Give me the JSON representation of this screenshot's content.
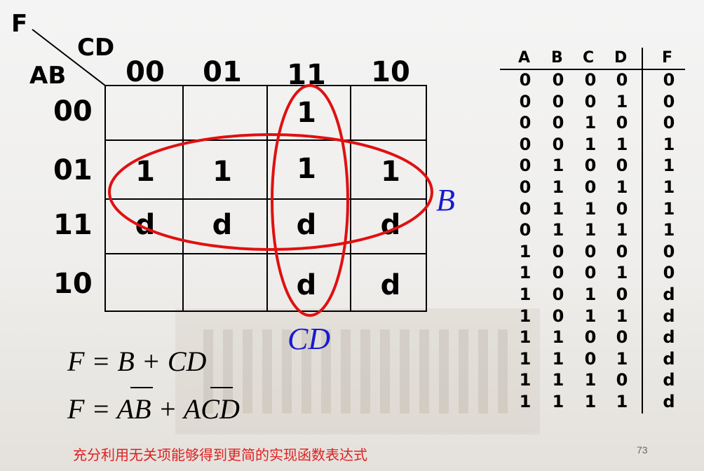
{
  "kmap": {
    "corner_label": "F",
    "col_var": "CD",
    "row_var": "AB",
    "col_headers": [
      "00",
      "01",
      "11",
      "10"
    ],
    "row_headers": [
      "00",
      "01",
      "11",
      "10"
    ],
    "cells": [
      [
        "",
        "",
        "1",
        ""
      ],
      [
        "1",
        "1",
        "1",
        "1"
      ],
      [
        "d",
        "d",
        "d",
        "d"
      ],
      [
        "",
        "",
        "d",
        "d"
      ]
    ],
    "group_labels": {
      "horizontal": "B",
      "vertical": "CD"
    },
    "group_color": "#e01010",
    "label_color": "#1a1ad0"
  },
  "equations": {
    "eq1": "F = B + CD",
    "eq2": "F = AB + ACD",
    "eq2_note": "A overlined in both terms"
  },
  "footnote": "充分利用无关项能够得到更简的实现函数表达式",
  "page_number": "73",
  "truth_table": {
    "headers": [
      "A",
      "B",
      "C",
      "D",
      "F"
    ],
    "rows": [
      [
        "0",
        "0",
        "0",
        "0",
        "0"
      ],
      [
        "0",
        "0",
        "0",
        "1",
        "0"
      ],
      [
        "0",
        "0",
        "1",
        "0",
        "0"
      ],
      [
        "0",
        "0",
        "1",
        "1",
        "1"
      ],
      [
        "0",
        "1",
        "0",
        "0",
        "1"
      ],
      [
        "0",
        "1",
        "0",
        "1",
        "1"
      ],
      [
        "0",
        "1",
        "1",
        "0",
        "1"
      ],
      [
        "0",
        "1",
        "1",
        "1",
        "1"
      ],
      [
        "1",
        "0",
        "0",
        "0",
        "0"
      ],
      [
        "1",
        "0",
        "0",
        "1",
        "0"
      ],
      [
        "1",
        "0",
        "1",
        "0",
        "d"
      ],
      [
        "1",
        "0",
        "1",
        "1",
        "d"
      ],
      [
        "1",
        "1",
        "0",
        "0",
        "d"
      ],
      [
        "1",
        "1",
        "0",
        "1",
        "d"
      ],
      [
        "1",
        "1",
        "1",
        "0",
        "d"
      ],
      [
        "1",
        "1",
        "1",
        "1",
        "d"
      ]
    ]
  }
}
